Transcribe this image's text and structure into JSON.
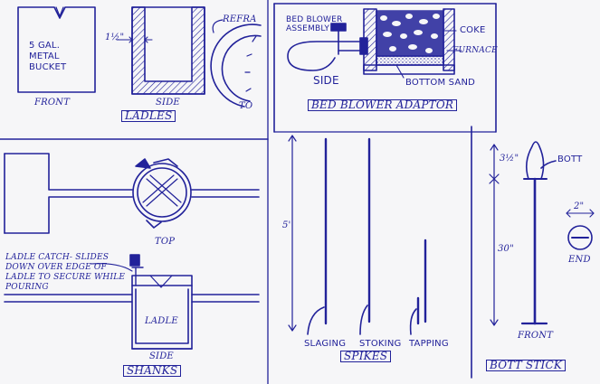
{
  "colors": {
    "ink": "#22229a",
    "paper": "#f6f6f8"
  },
  "ladles": {
    "bucket_text": "5 GAL. METAL BUCKET",
    "front_label": "FRONT",
    "dimension": "1½\"",
    "side_label": "SIDE",
    "refractory_label": "REFRA",
    "top_label": "TO",
    "section_title": "LADLES"
  },
  "bed_blower": {
    "assembly_label": "BED BLOWER ASSEMBLY",
    "coke_label": "COKE",
    "furnace_label": "FURNACE",
    "side_label": "SIDE",
    "bottom_sand_label": "BOTTOM SAND",
    "section_title": "BED BLOWER ADAPTOR"
  },
  "shanks": {
    "top_label": "TOP",
    "catch_note": "LADLE CATCH- SLIDES DOWN OVER EDGE OF LADLE TO SECURE WHILE POURING",
    "ladle_label": "LADLE",
    "side_label": "SIDE",
    "section_title": "SHANKS"
  },
  "spikes": {
    "length_label": "5'",
    "slaging_label": "SLAGING",
    "stoking_label": "STOKING",
    "tapping_label": "TAPPING",
    "section_title": "SPIKES"
  },
  "bott_stick": {
    "head_dimension": "3½\"",
    "bott_label": "BOTT",
    "width_dimension": "2\"",
    "length_dimension": "30\"",
    "end_label": "END",
    "front_label": "FRONT",
    "section_title": "BOTT STICK"
  }
}
